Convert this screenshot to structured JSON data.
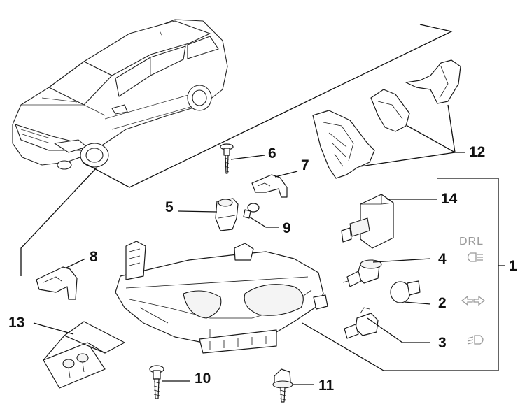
{
  "labels": {
    "l1": "1",
    "l2": "2",
    "l3": "3",
    "l4": "4",
    "l5": "5",
    "l6": "6",
    "l7": "7",
    "l8": "8",
    "l9": "9",
    "l10": "10",
    "l11": "11",
    "l12": "12",
    "l13": "13",
    "l14": "14"
  },
  "symbols": {
    "drl_text": "DRL",
    "drl_icon": "drl-lamp-icon",
    "turn_icon": "turn-signal-arrows-icon",
    "low_beam_icon": "low-beam-icon"
  }
}
